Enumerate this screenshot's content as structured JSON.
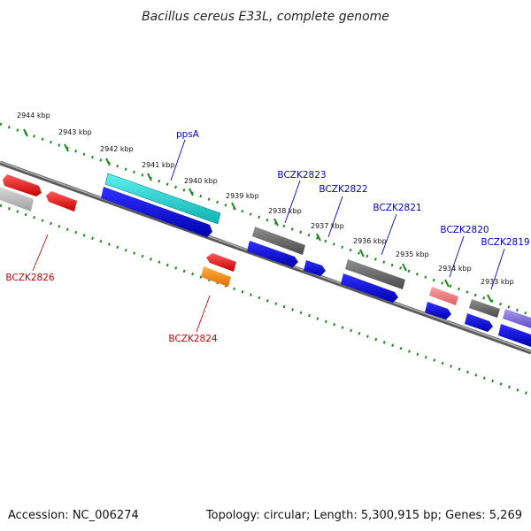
{
  "title": "Bacillus cereus E33L, complete genome",
  "footer": {
    "accession": "Accession: NC_006274",
    "summary": "Topology: circular; Length: 5,300,915 bp; Genes: 5,269"
  },
  "colors": {
    "backbone": "#888888",
    "tick": "#1f8a1f",
    "label_blue": "#0000cc",
    "label_red": "#cc0000"
  },
  "ticks": [
    {
      "kbp": 2944,
      "label": "2944 kbp"
    },
    {
      "kbp": 2943,
      "label": "2943 kbp"
    },
    {
      "kbp": 2942,
      "label": "2942 kbp"
    },
    {
      "kbp": 2941,
      "label": "2941 kbp"
    },
    {
      "kbp": 2940,
      "label": "2940 kbp"
    },
    {
      "kbp": 2939,
      "label": "2939 kbp"
    },
    {
      "kbp": 2938,
      "label": "2938 kbp"
    },
    {
      "kbp": 2937,
      "label": "2937 kbp"
    },
    {
      "kbp": 2936,
      "label": "2936 kbp"
    },
    {
      "kbp": 2935,
      "label": "2935 kbp"
    },
    {
      "kbp": 2934,
      "label": "2934 kbp"
    },
    {
      "kbp": 2933,
      "label": "2933 kbp"
    }
  ],
  "gene_labels": [
    {
      "text": "ppsA",
      "color": "#0000cc"
    },
    {
      "text": "BCZK2823",
      "color": "#0000cc"
    },
    {
      "text": "BCZK2822",
      "color": "#0000cc"
    },
    {
      "text": "BCZK2821",
      "color": "#0000cc"
    },
    {
      "text": "BCZK2820",
      "color": "#0000cc"
    },
    {
      "text": "BCZK2819",
      "color": "#0000cc"
    },
    {
      "text": "BCZK2826",
      "color": "#cc0000"
    },
    {
      "text": "BCZK2824",
      "color": "#cc0000"
    }
  ],
  "feature_colors": [
    "#e00000",
    "#b0b0b0",
    "#20c8c8",
    "#0000e0",
    "#666666",
    "#f08080",
    "#ff8c00",
    "#7a6cd8"
  ]
}
